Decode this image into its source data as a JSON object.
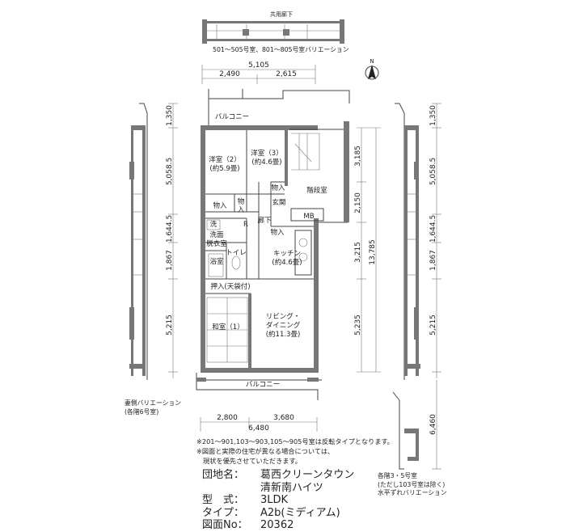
{
  "top_variation": {
    "corridor": "共用廊下",
    "caption": "501～505号室、801～805号室バリエーション"
  },
  "dimensions": {
    "top_total": "5,105",
    "top_left": "2,490",
    "top_right": "2,615",
    "bottom_left": "2,800",
    "bottom_right": "3,680",
    "bottom_total": "6,480",
    "left_v1": "1,350",
    "left_v2": "5,058.5",
    "left_v3": "1,644.5",
    "left_v4": "1,867",
    "left_v5": "5,215",
    "mid_v1": "3,185",
    "mid_v2": "2,150",
    "mid_v3": "3,215",
    "mid_total": "13,785",
    "mid_v4": "5,235",
    "right_v1": "1,350",
    "right_v2": "5,058.5",
    "right_v3": "1,644.5",
    "right_v4": "1,867",
    "right_v5": "5,215",
    "right_v6": "6,460"
  },
  "rooms": {
    "balcony_top": "バルコニー",
    "western2_a": "洋室（2）",
    "western2_b": "(約5.9畳)",
    "western3_a": "洋室（3）",
    "western3_b": "(約4.6畳)",
    "stairs": "階段室",
    "storage1": "物入",
    "storage2": "物",
    "storage2b": "入",
    "storage3": "物入",
    "storage4": "物入",
    "entrance": "玄関",
    "mb": "MB",
    "hallway": "廊下",
    "wash": "洗",
    "washroom_a": "洗面",
    "washroom_b": "脱衣室",
    "bath": "浴室",
    "toilet": "トイレ",
    "refrigerator": "R",
    "kitchen_a": "キッチン",
    "kitchen_b": "(約4.6畳)",
    "closet": "押入(天袋付)",
    "japanese_a": "和室（1）",
    "living_a": "リビング・",
    "living_b": "ダイニング",
    "living_c": "(約11.3畳)",
    "balcony_bottom": "バルコニー"
  },
  "left_note": {
    "line1": "妻側バリエーション",
    "line2": "(各階6号室)"
  },
  "right_note": {
    "line1": "各階3・5号室",
    "line2": "(ただし103号室は除く)",
    "line3": "水平ずれバリエーション"
  },
  "notes": {
    "line1": "※201～901,103～903,105～905号室は反転タイプとなります。",
    "line2": "※図面と実際の住宅が異なる場合については、",
    "line3": "現状を優先させていただきます。"
  },
  "spec": {
    "name_label": "団地名：",
    "name_value1": "葛西クリーンタウン",
    "name_value2": "清新南ハイツ",
    "type_label": "型　式：",
    "type_value": "3LDK",
    "kind_label": "タイプ：",
    "kind_value": "A2b(ミディアム)",
    "no_label": "図面No：",
    "no_value": "20362"
  },
  "north": "N"
}
